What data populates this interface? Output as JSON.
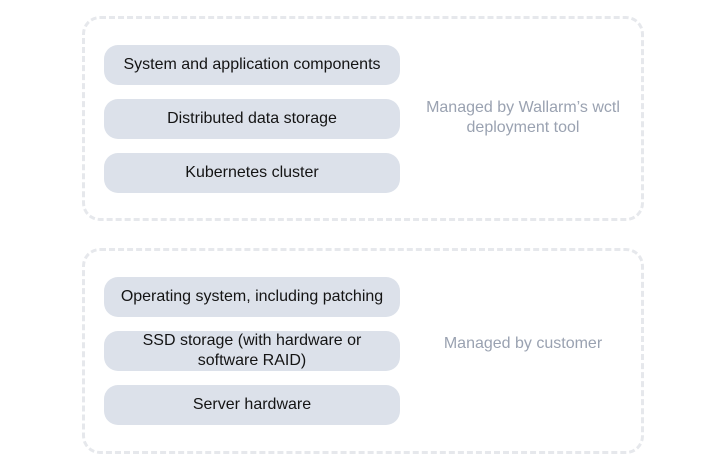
{
  "groups": {
    "wallarm": {
      "layers": [
        "System and application components",
        "Distributed data storage",
        "Kubernetes cluster"
      ],
      "note": "Managed by Wallarm’s wctl deployment tool"
    },
    "customer": {
      "layers": [
        "Operating system, including patching",
        "SSD storage (with hardware or software RAID)",
        "Server hardware"
      ],
      "note": "Managed by customer"
    }
  },
  "colors": {
    "layer_fill": "#dce1ea",
    "dashed_border": "#e6e8ec",
    "note_text": "#9aa2b1",
    "layer_text": "#141414"
  }
}
